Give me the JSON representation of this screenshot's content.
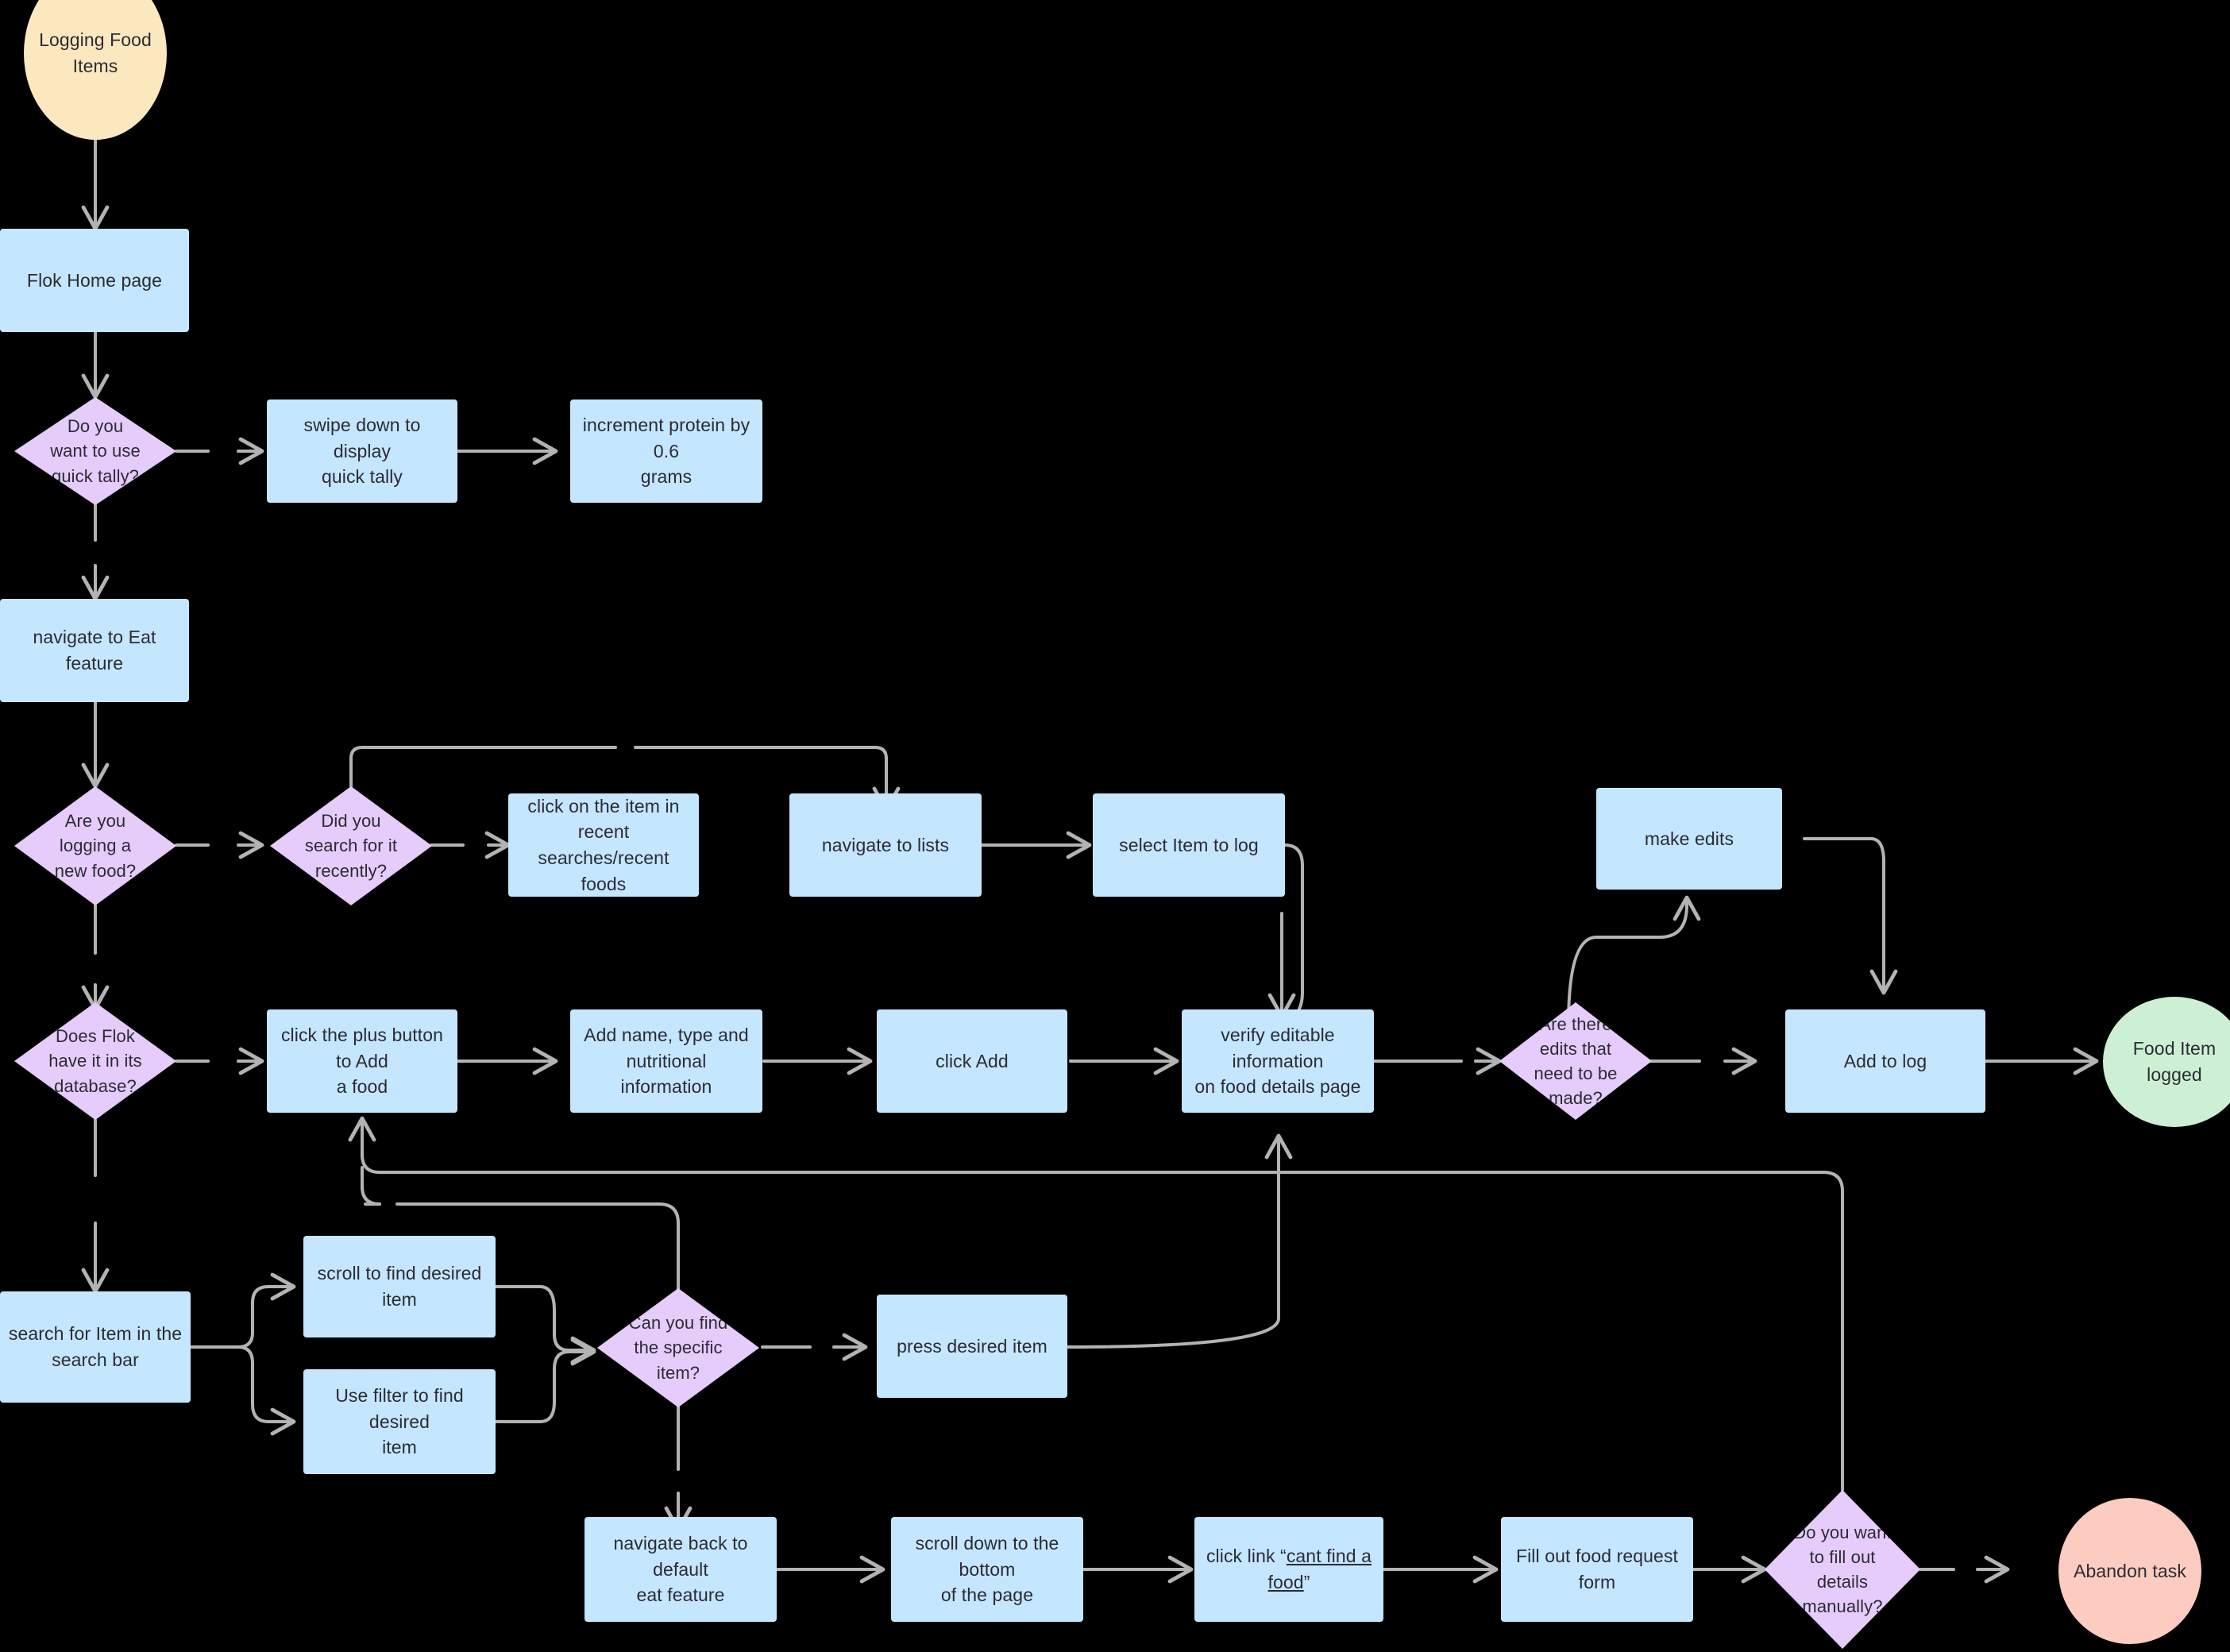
{
  "diagram": {
    "title": "Logging Food Items",
    "type": "flowchart",
    "background_color": "#000000",
    "edge_color": "#b3b3b3",
    "palette": {
      "process": "#c5e6ff",
      "decision": "#e5ccfb",
      "start": "#fbe8bf",
      "success": "#cdf0d4",
      "abandon": "#fcccc0",
      "text": "#2b2b35"
    }
  },
  "nodes": {
    "start": {
      "label": "Logging Food\nItems",
      "shape": "ellipse",
      "kind": "start"
    },
    "home": {
      "label": "Flok Home page",
      "shape": "rect",
      "kind": "process"
    },
    "quick_tally": {
      "label": "Do  you\nwant to use\nquick tally?",
      "shape": "diamond",
      "kind": "decision"
    },
    "swipe_down": {
      "label": "swipe down to display\nquick tally",
      "shape": "rect",
      "kind": "process"
    },
    "increment_protein": {
      "label": "increment protein by 0.6\ngrams",
      "shape": "rect",
      "kind": "process"
    },
    "nav_eat": {
      "label": "navigate to Eat feature",
      "shape": "rect",
      "kind": "process"
    },
    "new_food": {
      "label": "Are you\nlogging a\nnew food?",
      "shape": "diamond",
      "kind": "decision"
    },
    "searched_recently": {
      "label": "Did you\nsearch for it\nrecently?",
      "shape": "diamond",
      "kind": "decision"
    },
    "click_recent": {
      "label": "click on the item in recent\nsearches/recent foods",
      "shape": "rect",
      "kind": "process"
    },
    "nav_lists": {
      "label": "navigate to lists",
      "shape": "rect",
      "kind": "process"
    },
    "select_item": {
      "label": "select Item to log",
      "shape": "rect",
      "kind": "process"
    },
    "make_edits": {
      "label": "make edits",
      "shape": "rect",
      "kind": "process"
    },
    "in_database": {
      "label": "Does Flok\nhave it in its\ndatabase?",
      "shape": "diamond",
      "kind": "decision"
    },
    "click_plus": {
      "label": "click the plus button to Add\na food",
      "shape": "rect",
      "kind": "process"
    },
    "add_info": {
      "label": "Add name, type and\nnutritional information",
      "shape": "rect",
      "kind": "process"
    },
    "click_add": {
      "label": "click Add",
      "shape": "rect",
      "kind": "process"
    },
    "verify_info": {
      "label": "verify editable information\non food details page",
      "shape": "rect",
      "kind": "process"
    },
    "edits_needed": {
      "label": "Are there\nedits that\nneed to be\nmade?",
      "shape": "diamond",
      "kind": "decision"
    },
    "add_to_log": {
      "label": "Add to log",
      "shape": "rect",
      "kind": "process"
    },
    "food_logged": {
      "label": "Food Item\nlogged",
      "shape": "ellipse",
      "kind": "success"
    },
    "search_bar": {
      "label": "search for Item in the\nsearch bar",
      "shape": "rect",
      "kind": "process"
    },
    "scroll_find": {
      "label": "scroll to find desired item",
      "shape": "rect",
      "kind": "process"
    },
    "use_filter": {
      "label": "Use filter to find desired\nitem",
      "shape": "rect",
      "kind": "process"
    },
    "can_find": {
      "label": "Can you find\nthe specific\nitem?",
      "shape": "diamond",
      "kind": "decision"
    },
    "press_item": {
      "label": "press desired item",
      "shape": "rect",
      "kind": "process"
    },
    "nav_back": {
      "label": "navigate back to default\neat feature",
      "shape": "rect",
      "kind": "process"
    },
    "scroll_bottom": {
      "label": "scroll down to the bottom\nof the page",
      "shape": "rect",
      "kind": "process"
    },
    "click_link_prefix": {
      "label": "click link “",
      "shape": "rect",
      "kind": "process"
    },
    "click_link_text": {
      "label": "cant find a food"
    },
    "click_link_suffix": {
      "label": "”"
    },
    "fill_form": {
      "label": "Fill out food request form",
      "shape": "rect",
      "kind": "process"
    },
    "fill_manually": {
      "label": "Do you want\nto  fill out\ndetails\nmanually?",
      "shape": "diamond",
      "kind": "decision"
    },
    "abandon": {
      "label": "Abandon task",
      "shape": "ellipse",
      "kind": "abandon"
    }
  }
}
